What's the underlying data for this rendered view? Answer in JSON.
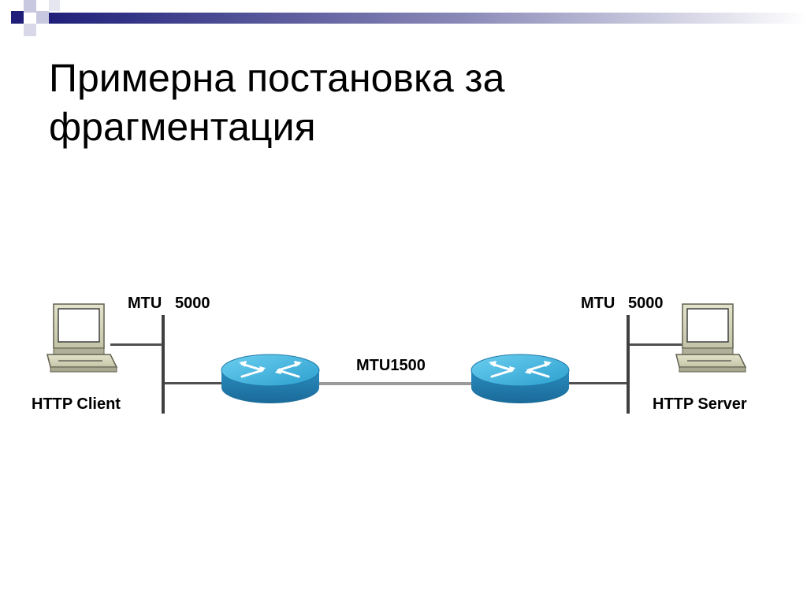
{
  "slide": {
    "title": "Примерна постановка за фрагментация"
  },
  "diagram": {
    "client_label": "HTTP Client",
    "server_label": "HTTP Server",
    "client_mtu": "MTU   5000",
    "server_mtu": "MTU   5000",
    "link_mtu": "MTU1500",
    "client_icon": "desktop-computer-icon",
    "server_icon": "desktop-computer-icon",
    "router_icon": "router-icon"
  },
  "colors": {
    "accent": "#1f1f7a",
    "router_top": "#3fb3d9",
    "router_side": "#1e78a8",
    "cable": "#9a9a9a"
  }
}
